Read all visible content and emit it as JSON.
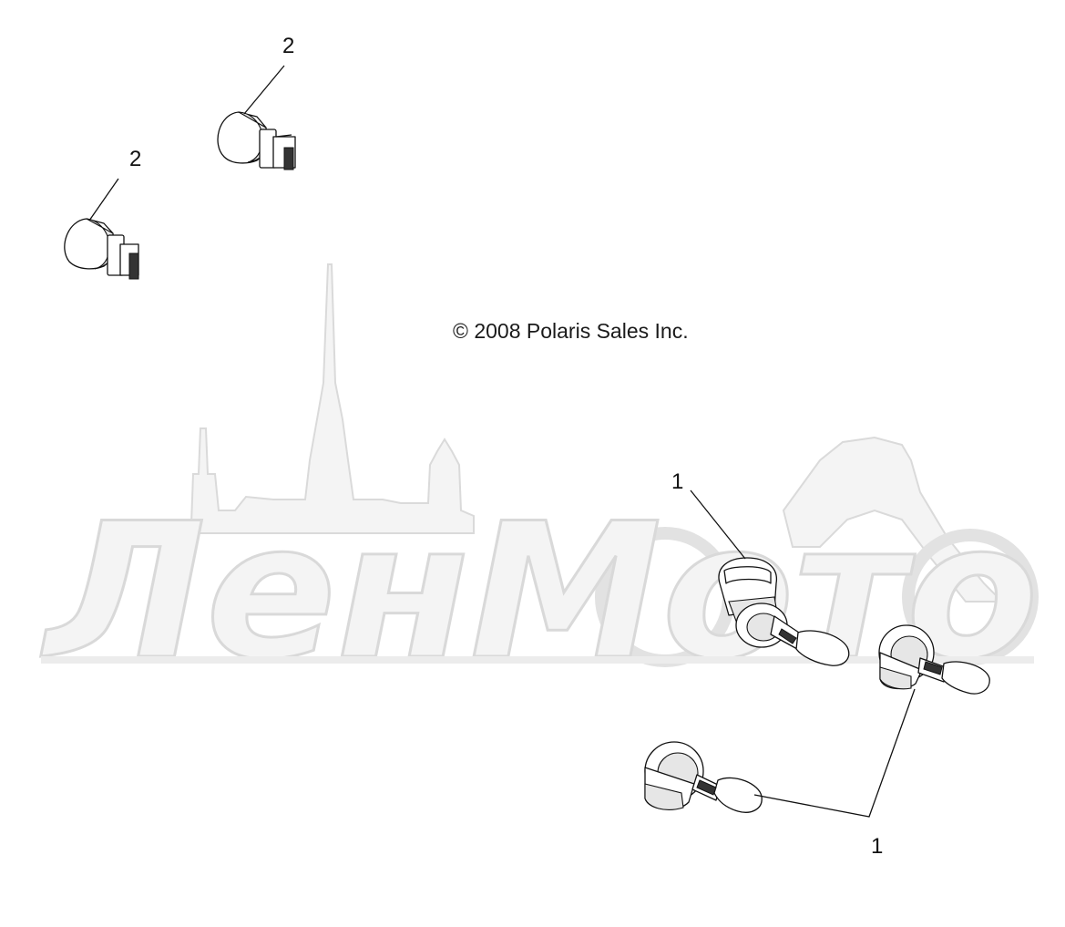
{
  "copyright": "© 2008 Polaris Sales Inc.",
  "watermark": {
    "text": "ЛенМото",
    "color": "#f4f4f4"
  },
  "callouts": [
    {
      "id": "small-bulb-upper",
      "label": "2"
    },
    {
      "id": "small-bulb-lower",
      "label": "2"
    },
    {
      "id": "headlight-bulb-center",
      "label": "1"
    },
    {
      "id": "headlight-bulb-pair",
      "label": "1"
    }
  ]
}
